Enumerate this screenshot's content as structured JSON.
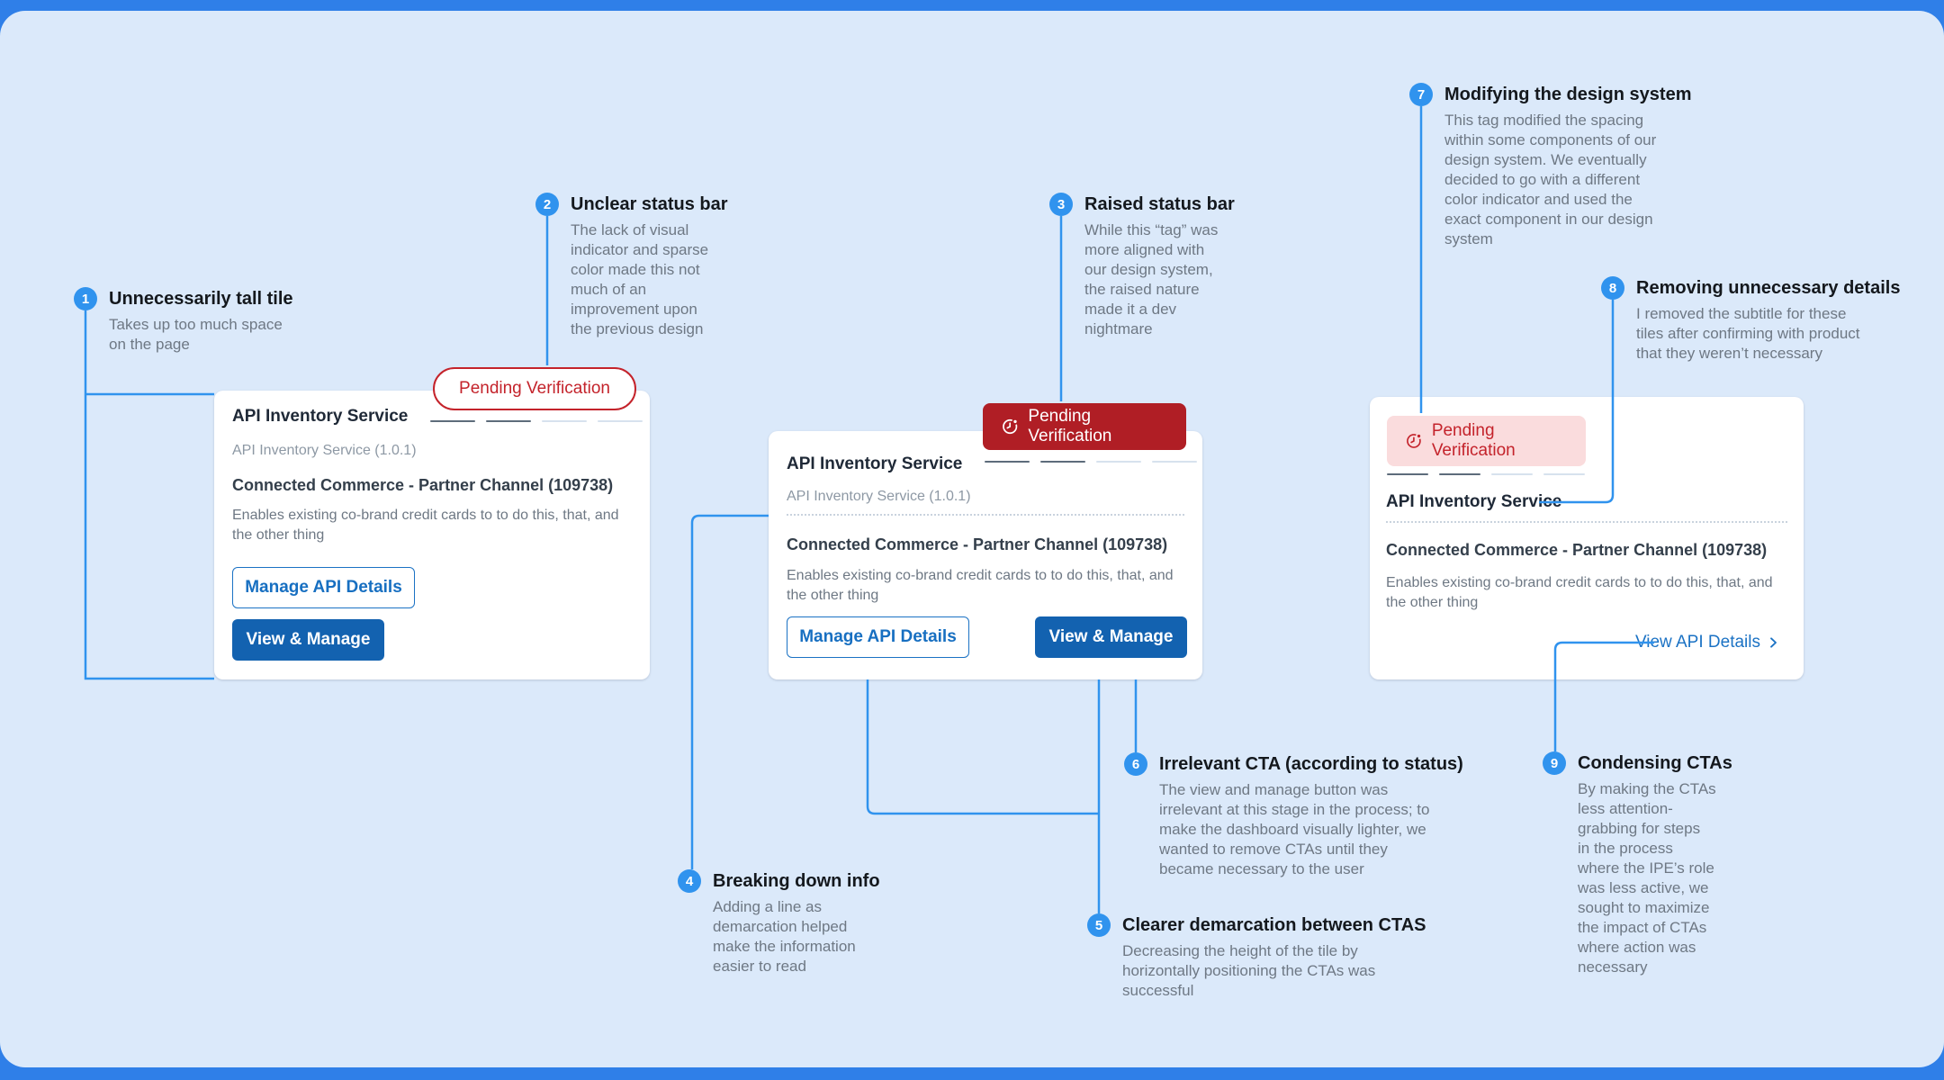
{
  "colors": {
    "background_blue": "#2f7fe8",
    "canvas_blue": "#dbe9fa",
    "accent_blue": "#3093ee",
    "primary_button_blue": "#1362b0",
    "outline_button_blue": "#1b72c4",
    "link_blue": "#1b72c4",
    "badge_red": "#b01e25",
    "pill_red": "#c4232b",
    "pink_badge_bg": "#fadcdd"
  },
  "annotations": [
    {
      "num": "1",
      "title": "Unnecessarily tall tile",
      "body": "Takes up too much space\non the page"
    },
    {
      "num": "2",
      "title": "Unclear status bar",
      "body": "The lack of visual\nindicator and sparse\ncolor made this not\nmuch of an\nimprovement upon\nthe previous design"
    },
    {
      "num": "3",
      "title": "Raised status bar",
      "body": "While this “tag” was\nmore aligned with\nour design system,\nthe raised nature\nmade it a dev\nnightmare"
    },
    {
      "num": "4",
      "title": "Breaking down info",
      "body": "Adding a line as\ndemarcation helped\nmake the information\neasier to read"
    },
    {
      "num": "5",
      "title": "Clearer demarcation between CTAS",
      "body": "Decreasing the height of the tile by\nhorizontally positioning the CTAs was\nsuccessful"
    },
    {
      "num": "6",
      "title": "Irrelevant CTA (according to status)",
      "body": "The view and manage button was\nirrelevant at this stage in the process; to\nmake the dashboard visually lighter, we\nwanted to remove CTAs until they\nbecame necessary to the user"
    },
    {
      "num": "7",
      "title": "Modifying the design system",
      "body": "This tag modified the spacing\nwithin some components of our\ndesign system. We eventually\ndecided to go with a different\ncolor indicator and used the\nexact component in our design\nsystem"
    },
    {
      "num": "8",
      "title": "Removing unnecessary details",
      "body": "I removed the subtitle for these\ntiles after confirming with product\nthat they weren’t necessary"
    },
    {
      "num": "9",
      "title": "Condensing CTAs",
      "body": "By making the CTAs\nless attention-\ngrabbing for steps\nin the process\nwhere the IPE’s role\nwas less active, we\nsought to maximize\nthe impact of CTAs\nwhere action was\nnecessary"
    }
  ],
  "cards": {
    "card1": {
      "status_pill": "Pending Verification",
      "title": "API Inventory Service",
      "subtitle": "API Inventory Service (1.0.1)",
      "heading": "Connected Commerce - Partner Channel (109738)",
      "description": "Enables existing co-brand credit cards to to do this, that, and\nthe other thing",
      "secondary_cta": "Manage API Details",
      "primary_cta": "View & Manage"
    },
    "card2": {
      "status_badge": "Pending Verification",
      "status_icon": "pending-clock-icon",
      "title": "API Inventory Service",
      "subtitle": "API Inventory Service (1.0.1)",
      "heading": "Connected Commerce - Partner Channel (109738)",
      "description": "Enables existing co-brand credit cards to to do this, that, and\nthe other thing",
      "secondary_cta": "Manage API Details",
      "primary_cta": "View & Manage"
    },
    "card3": {
      "status_badge": "Pending Verification",
      "status_icon": "pending-clock-icon",
      "title": "API Inventory Service",
      "heading": "Connected Commerce - Partner Channel (109738)",
      "description": "Enables existing co-brand credit cards to to do this, that, and\nthe other thing",
      "link": "View API Details",
      "link_icon": "chevron-right-icon"
    }
  }
}
